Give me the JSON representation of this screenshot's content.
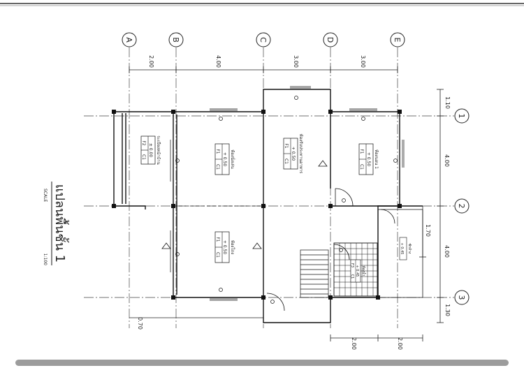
{
  "grid_lines": {
    "columns": [
      "A",
      "B",
      "C",
      "D",
      "E"
    ],
    "rows": [
      "1",
      "2",
      "3"
    ]
  },
  "dimensions": {
    "top": [
      "2.00",
      "4.00",
      "3.00",
      "3.00"
    ],
    "right_upper": "1.10",
    "right_middle": "4.00",
    "right_small": "1.70",
    "right_lower": "4.00",
    "right_bottom": "1.30",
    "bottom": [
      "2.00",
      "2.00"
    ],
    "left_bottom": "0.70"
  },
  "rooms": [
    {
      "name": "ระเบียงหน้าบ้าน",
      "level": "± 0.00",
      "tags": [
        "F2",
        "C1"
      ]
    },
    {
      "name": "ห้องนั่งเล่น",
      "level": "+ 0.50",
      "tags": [
        "F1",
        "C1"
      ]
    },
    {
      "name": "ห้องรับประทานอาหาร",
      "level": "+ 0.50",
      "tags": [
        "F1",
        "C1"
      ]
    },
    {
      "name": "ห้องนอน 1",
      "level": "+ 0.50",
      "tags": [
        "F1",
        "C1"
      ]
    },
    {
      "name": "ห้องโถง",
      "level": "+ 0.50",
      "tags": [
        "F1",
        "C1"
      ]
    },
    {
      "name": "ห้องน้ำ",
      "level": "+ 0.45",
      "tags": [
        "F3",
        "C1"
      ]
    },
    {
      "name": "ซักล้าง",
      "level": "+ 0.45",
      "tags": []
    }
  ],
  "title": {
    "main": "แปลนพื้นชั้น 1",
    "scale_label": "SCALE",
    "scale_value": "1:100"
  }
}
